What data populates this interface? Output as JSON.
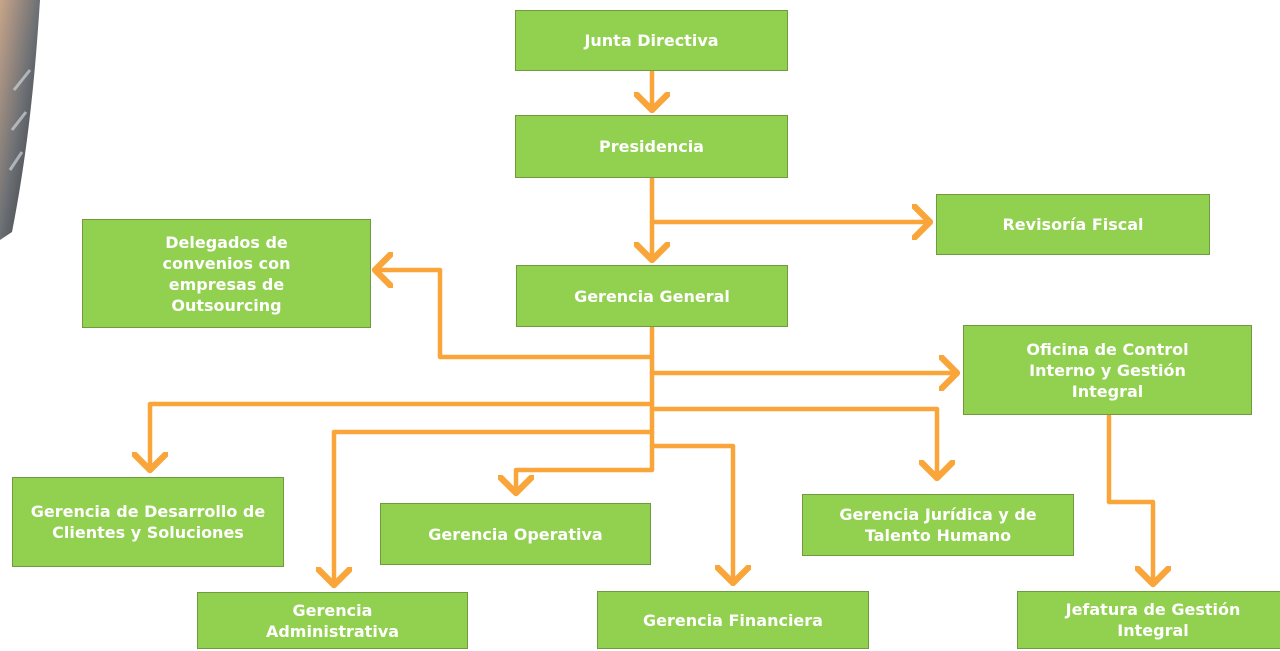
{
  "nodes": {
    "junta": "Junta Directiva",
    "presidencia": "Presidencia",
    "revisoria": "Revisoría Fiscal",
    "delegados": "Delegados de convenios con empresas de Outsourcing",
    "gerencia_general": "Gerencia General",
    "control_interno": "Oficina de Control Interno y Gestión Integral",
    "desarrollo": "Gerencia de Desarrollo de Clientes y Soluciones",
    "operativa": "Gerencia Operativa",
    "juridica": "Gerencia Jurídica y de Talento Humano",
    "administrativa": "Gerencia Administrativa",
    "financiera": "Gerencia Financiera",
    "jefatura": "Jefatura de Gestión Integral"
  },
  "colors": {
    "box_fill": "#92d050",
    "box_border": "#6f9a40",
    "box_text": "#ffffff",
    "connector": "#f9a53a"
  },
  "decorative_icon": "laptop-photo-edge"
}
